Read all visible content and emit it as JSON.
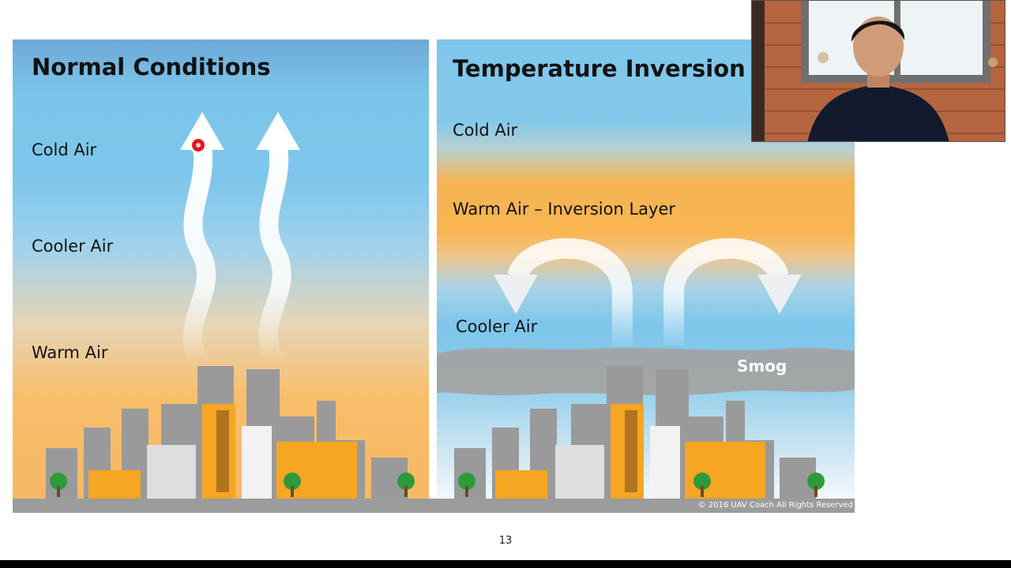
{
  "slide": {
    "left_panel": {
      "title": "Normal Conditions",
      "labels": {
        "cold": "Cold Air",
        "cooler": "Cooler Air",
        "warm": "Warm Air"
      }
    },
    "right_panel": {
      "title": "Temperature Inversion",
      "labels": {
        "cold": "Cold Air",
        "warm": "Warm Air – Inversion Layer",
        "cooler": "Cooler Air",
        "smog": "Smog"
      }
    },
    "copyright": "© 2016 UAV Coach All Rights Reserved",
    "page_number": "13"
  },
  "colors": {
    "sky_blue": "#7ec6eb",
    "warm_orange": "#f8b552",
    "building_gray": "#9a9a9a",
    "building_orange": "#f6a623",
    "smog_gray": "#a3a3a3",
    "tree_green": "#2e9a3a",
    "pointer_red": "#e8141e"
  },
  "icons": {
    "pointer": "laser-pointer-icon",
    "webcam": "presenter-webcam"
  }
}
